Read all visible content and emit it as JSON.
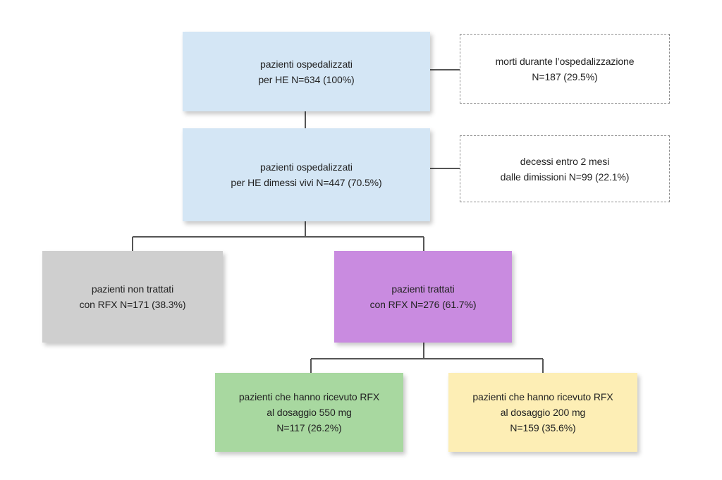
{
  "colors": {
    "blue": "#d4e6f5",
    "gray": "#cfcfcf",
    "purple": "#c98be0",
    "green": "#a8d8a0",
    "yellow": "#fdeeb5",
    "line": "#555555"
  },
  "nodes": {
    "hospitalized": {
      "lines": [
        "pazienti ospedalizzati",
        "per HE N=634 (100%)"
      ]
    },
    "died_hospital": {
      "lines": [
        "morti durante l’ospedalizzazione",
        "N=187 (29.5%)"
      ]
    },
    "discharged": {
      "lines": [
        "pazienti ospedalizzati",
        "per HE dimessi vivi N=447 (70.5%)"
      ]
    },
    "died_2months": {
      "lines": [
        "decessi entro 2 mesi",
        "dalle dimissioni N=99 (22.1%)"
      ]
    },
    "untreated": {
      "lines": [
        "pazienti non trattati",
        "con RFX N=171 (38.3%)"
      ]
    },
    "treated": {
      "lines": [
        "pazienti trattati",
        "con RFX N=276 (61.7%)"
      ]
    },
    "dose_550": {
      "lines": [
        "pazienti che hanno ricevuto RFX",
        "al dosaggio 550 mg",
        "N=117 (26.2%)"
      ]
    },
    "dose_200": {
      "lines": [
        "pazienti che hanno ricevuto RFX",
        "al dosaggio 200 mg",
        "N=159 (35.6%)"
      ]
    }
  }
}
